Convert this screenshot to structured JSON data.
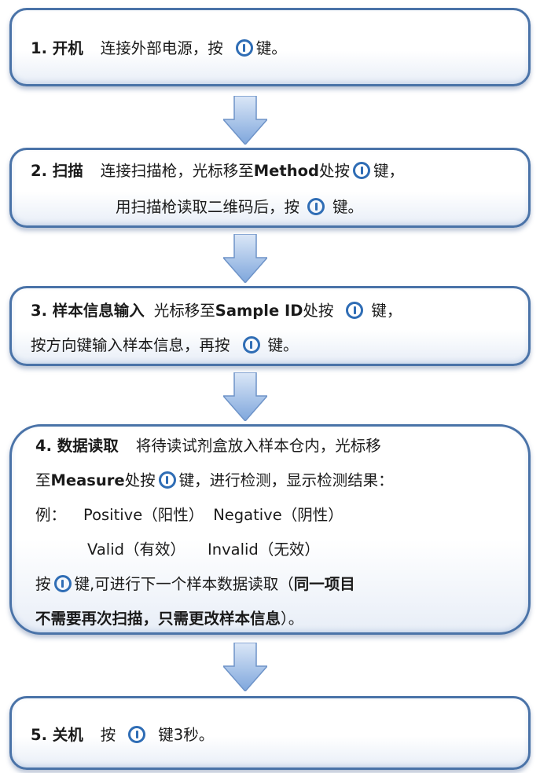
{
  "steps": [
    {
      "title": "1. 开机",
      "lines": [
        {
          "text_a": "连接外部电源，按",
          "text_b": "键。"
        }
      ]
    },
    {
      "title": "2. 扫描",
      "lines": [
        {
          "text_a": "连接扫描枪，光标移至",
          "bold": "Method",
          "text_b": "处按",
          "text_c": "键，"
        },
        {
          "text_a": "用扫描枪读取二维码后，按",
          "text_b": "键。"
        }
      ]
    },
    {
      "title": "3. 样本信息输入",
      "lines": [
        {
          "text_a": "光标移至",
          "bold": "Sample ID",
          "text_b": "处按",
          "text_c": "键，"
        },
        {
          "text_a": "按方向键输入样本信息，再按",
          "text_b": "键。"
        }
      ]
    },
    {
      "title": "4. 数据读取",
      "lines": [
        {
          "text_a": "将待读试剂盒放入样本仓内，光标移"
        },
        {
          "text_a": "至",
          "bold": "Measure",
          "text_b": "处按",
          "text_c": "键，进行检测，显示检测结果："
        },
        {
          "text_a": "例：",
          "r1": "Positive（阳性）",
          "r2": "Negative（阴性）"
        },
        {
          "r1": "Valid（有效）",
          "r2": "Invalid（无效）"
        },
        {
          "text_a": "按",
          "text_b": "键,可进行下一个样本数据读取（",
          "bold": "同一项目"
        },
        {
          "bold": "不需要再次扫描，只需更改样本信息",
          "text_a": "）。"
        }
      ]
    },
    {
      "title": "5. 关机",
      "lines": [
        {
          "text_a": "按",
          "text_b": "键3秒。"
        }
      ]
    }
  ],
  "colors": {
    "border": "#4a73a8",
    "icon": "#2f6db5",
    "arrow_fill_top": "#c9daf2",
    "arrow_fill_bottom": "#7ea6dc"
  },
  "icons": {
    "power": "power-button-icon",
    "arrow": "down-arrow-icon"
  }
}
